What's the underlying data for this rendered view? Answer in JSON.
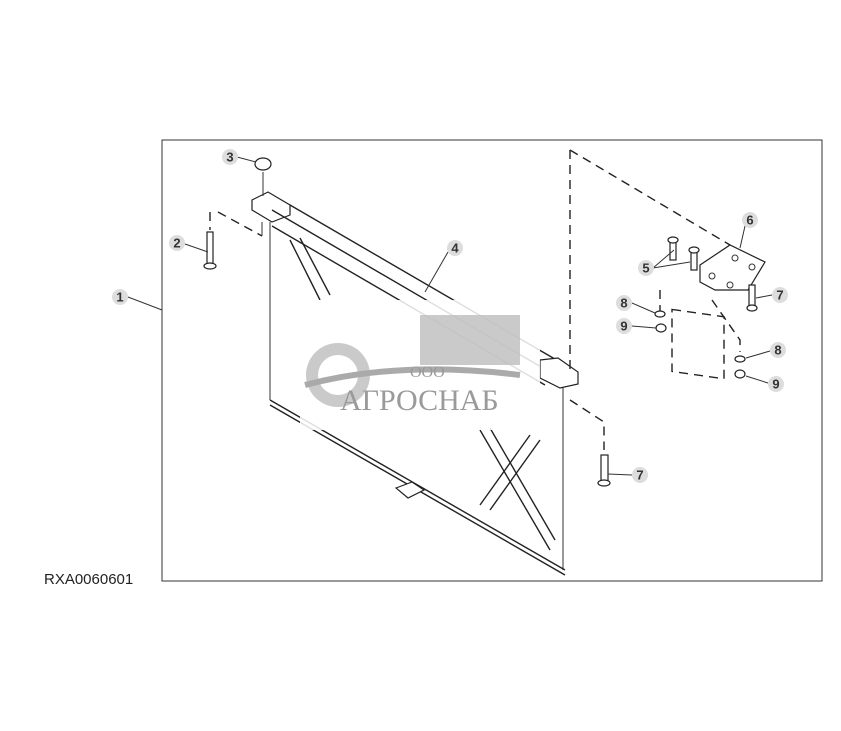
{
  "figure": {
    "reference_code": "RXA0060601",
    "callouts": [
      "1",
      "2",
      "3",
      "4",
      "5",
      "6",
      "7",
      "7",
      "8",
      "9",
      "8",
      "9"
    ]
  },
  "watermark": {
    "prefix": "ООО",
    "name": "АГРОСНАБ"
  },
  "colors": {
    "line": "#222222",
    "callout_bg": "#dddddd",
    "watermark": "#9a9a9a"
  }
}
